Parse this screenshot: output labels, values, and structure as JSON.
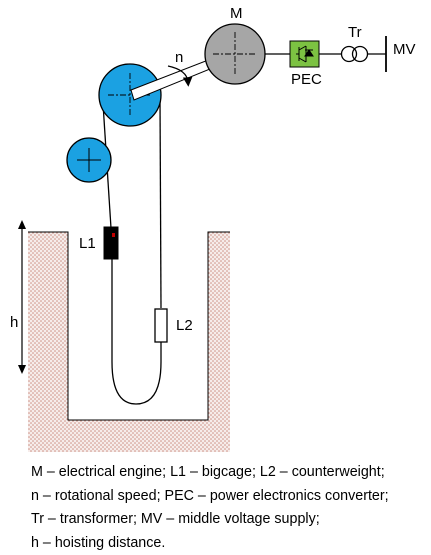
{
  "labels": {
    "motor": "M",
    "speed": "n",
    "pec": "PEC",
    "transformer": "Tr",
    "supply": "MV",
    "cage": "L1",
    "counterweight": "L2",
    "height": "h"
  },
  "legend": [
    "M – electrical engine; L1 – bigcage; L2 – counterweight;",
    "n – rotational speed; PEC – power electronics converter;",
    "Tr – transformer; MV – middle voltage supply;",
    "h – hoisting distance."
  ],
  "colors": {
    "motor": "#a6a6a6",
    "wheel": "#1ba1e2",
    "pec": "#7cc242",
    "cage": "#000000",
    "ground": "#d9a59a"
  }
}
